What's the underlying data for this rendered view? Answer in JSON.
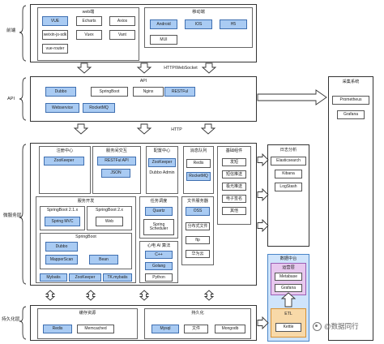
{
  "side_labels": {
    "frontend": "前端",
    "api": "API",
    "microservice": "微服务层",
    "persistence": "持久化层"
  },
  "frontend": {
    "web_title": "web端",
    "web_items": [
      "VUE",
      "Echarts",
      "Axios",
      "weixin-js-sdk",
      "Vuex",
      "Vant",
      "vue-router"
    ],
    "mobile_title": "移动端",
    "mobile_items": [
      "Android",
      "IOS",
      "H5",
      "MUI"
    ]
  },
  "conn_labels": {
    "http_ws": "HTTP/WebSocket",
    "http": "HTTP"
  },
  "api": {
    "title": "API",
    "items": [
      "Dubbo",
      "SpringBoot",
      "Nginx",
      "RESTFul",
      "Webservice",
      "RocketMQ"
    ]
  },
  "services": {
    "registry": {
      "title": "注册中心",
      "items": [
        "ZooKeeper"
      ]
    },
    "service_comm": {
      "title": "服务间交互",
      "items": [
        "RESTFul API",
        "JSON"
      ]
    },
    "config": {
      "title": "配置中心",
      "items": [
        "ZooKeeper",
        "Dubbo Admin"
      ]
    },
    "mq": {
      "title": "消息队列",
      "items": [
        "Redis",
        "RocketMQ"
      ]
    },
    "basic": {
      "title": "基础组件",
      "items": [
        "发短",
        "短信推送",
        "极光推送",
        "电子签名",
        "其他"
      ]
    },
    "dev": {
      "title": "服务开发",
      "sb21_title": "SpringBoot 2.1.x",
      "sb21_items": [
        "Spring MVC"
      ],
      "sb2x_title": "SpringBoot 2.x",
      "sb2x_items": [
        "Web"
      ],
      "sb_title": "SpringBoot",
      "sb_items": [
        "Dubbo",
        "MapperScan",
        "Bean"
      ],
      "bottom_items": [
        "Mybatis",
        "ZooKeeper",
        "TK.mybatis"
      ]
    },
    "schedule": {
      "title": "任务调度",
      "items": [
        "Quartz",
        "Spring Scheduler"
      ]
    },
    "filesvc": {
      "title": "文件服务器",
      "items": [
        "OSS",
        "分布式文件",
        "ftp",
        "华为云"
      ]
    },
    "algo": {
      "title": "心电 AI 算法",
      "items": [
        "C++",
        "Golang",
        "Python"
      ]
    }
  },
  "logs": {
    "title": "日志分析",
    "items": [
      "Elasticsearch",
      "Kibana",
      "LogStash"
    ]
  },
  "monitor": {
    "title": "采集系统",
    "items": [
      "Prometheus",
      "Grafana"
    ]
  },
  "datacenter": {
    "title": "数据中台",
    "ops_title": "运营层",
    "ops_items": [
      "Metabase",
      "Grafana"
    ],
    "etl_title": "ETL",
    "etl_items": [
      "Kettle"
    ]
  },
  "persistence": {
    "cache_title": "缓存资源",
    "cache_items": [
      "Redis",
      "Memcached"
    ],
    "store_title": "持久化",
    "store_items": [
      "Mysql",
      "文件",
      "Mongodb"
    ]
  },
  "watermark": "@数据同行"
}
